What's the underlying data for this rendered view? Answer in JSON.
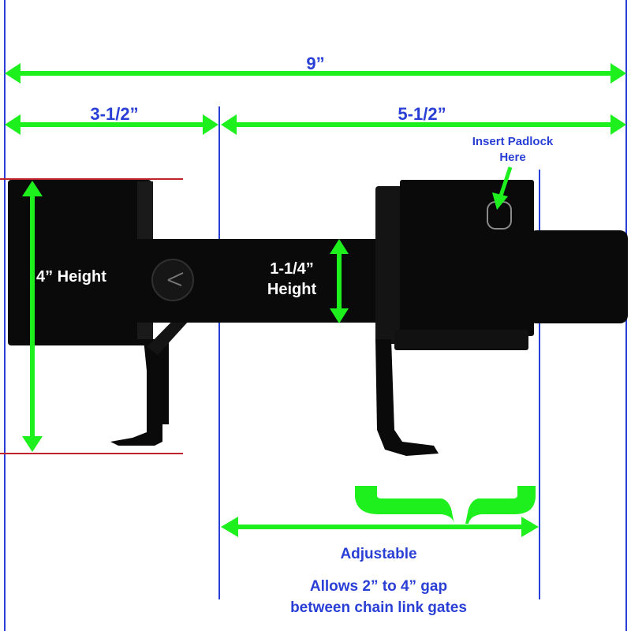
{
  "colors": {
    "dimension_arrow": "#1ef01e",
    "label_text": "#2a3fd6",
    "guide_line": "#2a3fd6",
    "height_guide": "#c2242e",
    "metal": "#0a0a0a",
    "on_metal_text": "#ffffff"
  },
  "dimensions": {
    "overall_width": "9”",
    "left_width": "3-1/2”",
    "right_width": "5-1/2”",
    "left_height_line1": "4” Height",
    "bar_height_line1": "1-1/4”",
    "bar_height_line2": "Height"
  },
  "callouts": {
    "padlock_line1": "Insert Padlock",
    "padlock_line2": "Here",
    "adjustable": "Adjustable",
    "gap_line1": "Allows 2” to 4” gap",
    "gap_line2": "between chain link gates"
  }
}
